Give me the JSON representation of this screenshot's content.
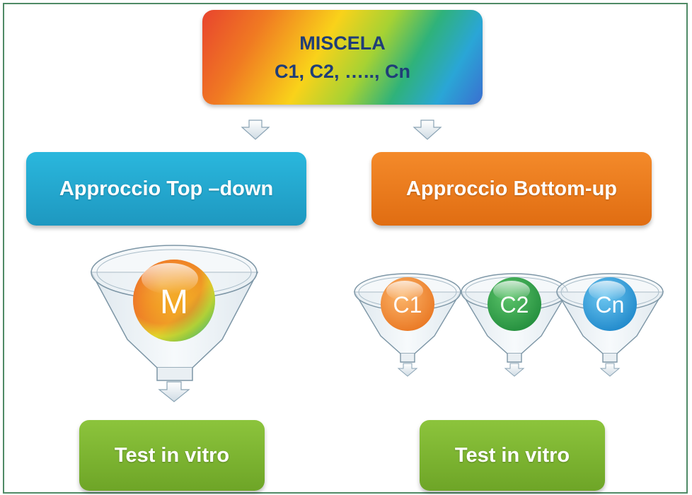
{
  "mixture": {
    "title": "MISCELA",
    "components": "C1, C2, ….., Cn"
  },
  "approaches": {
    "top_down": "Approccio Top –down",
    "bottom_up": "Approccio Bottom-up"
  },
  "funnels": {
    "mixture_label": "M",
    "component_labels": [
      "C1",
      "C2",
      "Cn"
    ]
  },
  "results": {
    "left": "Test in vitro",
    "right": "Test in vitro"
  },
  "colors": {
    "frame_border": "#4f8a66",
    "top_down_box": "#1fa6cf",
    "bottom_up_box": "#ee7b1c",
    "result_box": "#7cb531",
    "ball_c1": "#f2923a",
    "ball_c2": "#2fa24a",
    "ball_cn": "#2a9ad6"
  }
}
